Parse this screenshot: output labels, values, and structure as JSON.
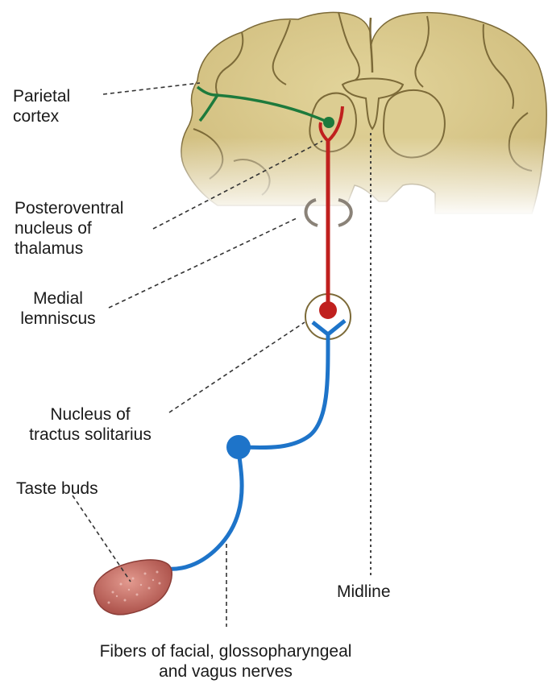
{
  "labels": {
    "parietal_cortex": [
      "Parietal",
      "cortex"
    ],
    "posteroventral_nucleus": [
      "Posteroventral",
      "nucleus of",
      "thalamus"
    ],
    "medial_lemniscus": [
      "Medial",
      "lemniscus"
    ],
    "nucleus_tractus_solitarius": [
      "Nucleus of",
      "tractus solitarius"
    ],
    "taste_buds": "Taste buds",
    "midline": "Midline",
    "fibers": [
      "Fibers of facial, glossopharyngeal",
      "and vagus nerves"
    ]
  },
  "colors": {
    "background": "#ffffff",
    "cortex_fill": "#d9c98a",
    "cortex_outline": "#7c6a38",
    "third_order_pathway": "#1d7a3c",
    "second_order_pathway": "#c0201e",
    "first_order_pathway": "#1e74c9",
    "taste_bud": "#c46a62",
    "leader_lines": "#333333"
  }
}
